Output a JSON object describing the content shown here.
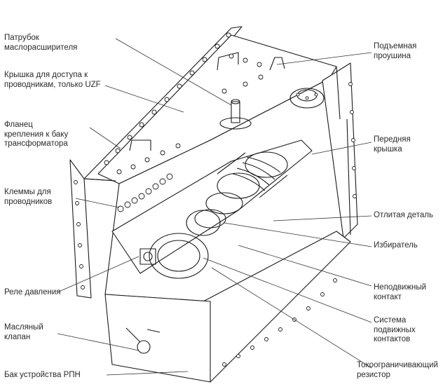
{
  "left_labels": [
    {
      "id": "conservator-pipe",
      "text": "Патрубок\nмаслорасширителя"
    },
    {
      "id": "access-cover",
      "text": "Крышка для доступа к\nпроводникам, только UZF"
    },
    {
      "id": "tank-flange",
      "text": "Фланец\nкрепления к баку\nтрансформатора"
    },
    {
      "id": "conductor-terminals",
      "text": "Клеммы для\nпроводников"
    },
    {
      "id": "pressure-relay",
      "text": "Реле давления"
    },
    {
      "id": "oil-valve",
      "text": "Масляный\nклапан"
    },
    {
      "id": "oltc-tank",
      "text": "Бак устройства РПН"
    }
  ],
  "right_labels": [
    {
      "id": "lifting-lug",
      "text": "Подъемная\nпроушина"
    },
    {
      "id": "front-cover",
      "text": "Передняя\nкрышка"
    },
    {
      "id": "casting",
      "text": "Отлитая деталь"
    },
    {
      "id": "selector",
      "text": "Избиратель"
    },
    {
      "id": "fixed-contact",
      "text": "Неподвижный\nконтакт"
    },
    {
      "id": "moving-contacts",
      "text": "Система\nподвижных\nконтактов"
    },
    {
      "id": "current-limiting-resistor",
      "text": "Токоограничивающий\nрезистор"
    }
  ]
}
